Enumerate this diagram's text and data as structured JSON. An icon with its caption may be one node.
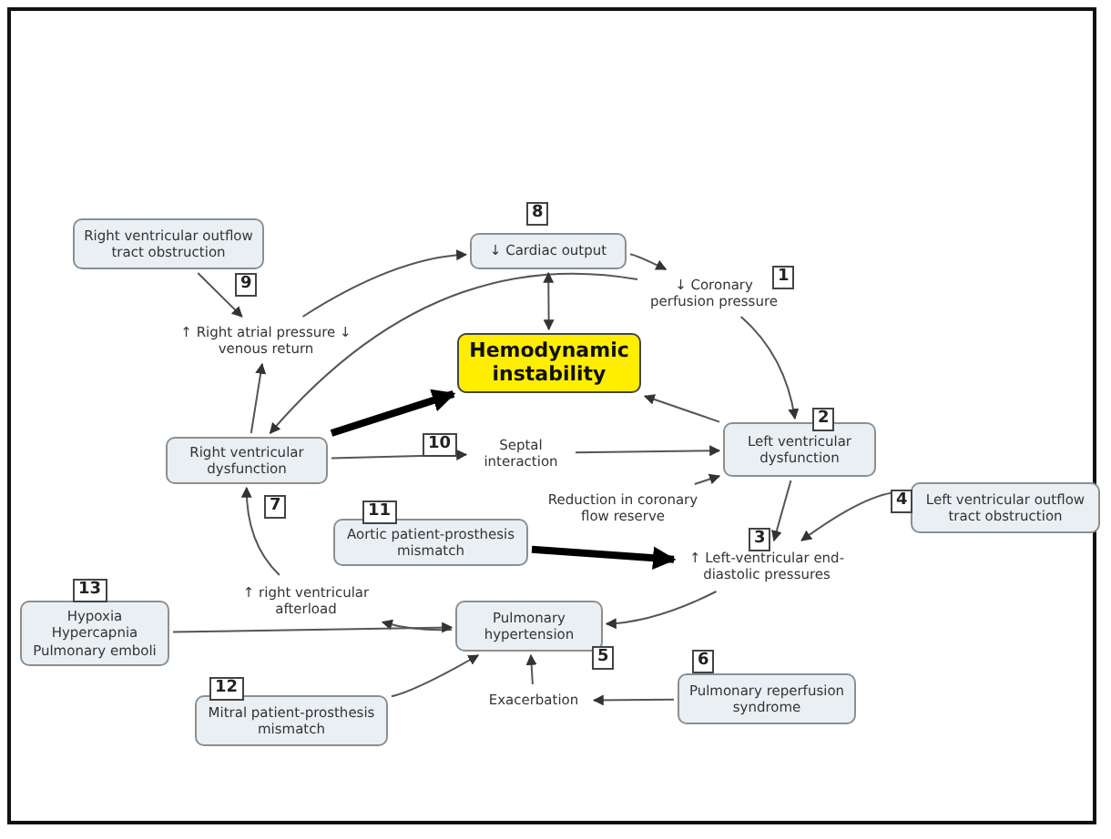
{
  "diagram": {
    "nodes": [
      {
        "text": [
          "Right ventricular outflow tract obstruction"
        ]
      },
      {
        "text": [
          "↓ Cardiac output"
        ]
      },
      {
        "text": [
          "↓ Coronary perfusion pressure"
        ]
      },
      {
        "text": [
          "↑ Right atrial pressure ↓ venous return"
        ]
      },
      {
        "text": [
          "Hemodynamic instability"
        ]
      },
      {
        "text": [
          "Right ventricular dysfunction"
        ]
      },
      {
        "text": [
          "Septal interaction"
        ]
      },
      {
        "text": [
          "Left ventricular dysfunction"
        ]
      },
      {
        "text": [
          "Reduction in coronary flow reserve"
        ]
      },
      {
        "text": [
          "Aortic patient-prosthesis mismatch"
        ]
      },
      {
        "text": [
          "Left ventricular outflow tract obstruction"
        ]
      },
      {
        "text": [
          "↑ Left-ventricular end-diastolic pressures"
        ]
      },
      {
        "text": [
          "↑ right ventricular afterload"
        ]
      },
      {
        "text": [
          "Hypoxia",
          "Hypercapnia",
          "Pulmonary emboli"
        ]
      },
      {
        "text": [
          "Pulmonary hypertension"
        ]
      },
      {
        "text": [
          "Exacerbation"
        ]
      },
      {
        "text": [
          "Pulmonary reperfusion syndrome"
        ]
      },
      {
        "text": [
          "Mitral patient-prosthesis mismatch"
        ]
      }
    ],
    "edges": [
      {
        "from": 0,
        "to": 3,
        "arrow": "to"
      },
      {
        "from": 3,
        "to": 1,
        "arrow": "to"
      },
      {
        "from": 5,
        "to": 3,
        "arrow": "to"
      },
      {
        "from": 2,
        "to": 5,
        "arrow": "to"
      },
      {
        "from": 1,
        "to": 4,
        "arrow": "both"
      },
      {
        "from": 1,
        "to": 2,
        "arrow": "to"
      },
      {
        "from": 2,
        "to": 7,
        "arrow": "to"
      },
      {
        "from": 7,
        "to": 4,
        "arrow": "to"
      },
      {
        "from": 5,
        "to": 4,
        "arrow": "to",
        "style": "thick",
        "color": "#000000"
      },
      {
        "from": 5,
        "to": 6,
        "arrow": "to"
      },
      {
        "from": 6,
        "to": 7,
        "arrow": "to"
      },
      {
        "from": 8,
        "to": 7,
        "arrow": "to"
      },
      {
        "from": 7,
        "to": 11,
        "arrow": "to"
      },
      {
        "from": 9,
        "to": 11,
        "arrow": "to",
        "style": "thick",
        "color": "#000000"
      },
      {
        "from": 10,
        "to": 11,
        "arrow": "to"
      },
      {
        "from": 11,
        "to": 14,
        "arrow": "to"
      },
      {
        "from": 14,
        "to": 12,
        "arrow": "to"
      },
      {
        "from": 12,
        "to": 5,
        "arrow": "to"
      },
      {
        "from": 13,
        "to": 14,
        "arrow": "to"
      },
      {
        "from": 17,
        "to": 14,
        "arrow": "to"
      },
      {
        "from": 15,
        "to": 14,
        "arrow": "to"
      },
      {
        "from": 16,
        "to": 15,
        "arrow": "to"
      }
    ],
    "labels": [
      "8",
      "9",
      "1",
      "2",
      "10",
      "7",
      "11",
      "4",
      "3",
      "13",
      "5",
      "6",
      "12"
    ]
  }
}
